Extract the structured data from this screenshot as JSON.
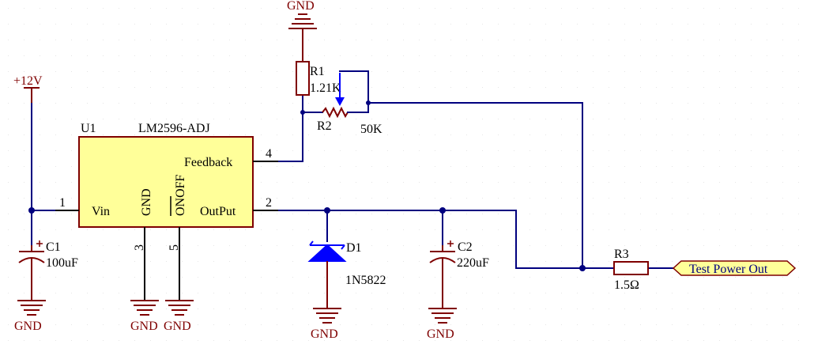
{
  "power": {
    "vcc_label": "+12V",
    "gnd_label": "GND"
  },
  "u1": {
    "designator": "U1",
    "part": "LM2596-ADJ",
    "pins": {
      "vin": "Vin",
      "gnd": "GND",
      "onoff": "ONOFF",
      "output": "OutPut",
      "feedback": "Feedback"
    },
    "pin_numbers": {
      "vin": "1",
      "output": "2",
      "gnd": "3",
      "feedback": "4",
      "onoff": "5"
    }
  },
  "components": {
    "r1": {
      "designator": "R1",
      "value": "1.21K"
    },
    "r2": {
      "designator": "R2",
      "value": "50K"
    },
    "c1": {
      "designator": "C1",
      "value": "100uF"
    },
    "c2": {
      "designator": "C2",
      "value": "220uF"
    },
    "d1": {
      "designator": "D1",
      "value": "1N5822"
    },
    "r3": {
      "designator": "R3",
      "value": "1.5Ω"
    }
  },
  "net_label": "Test Power Out",
  "colors": {
    "wire": "#00007f",
    "component": "#7f0000",
    "ic_fill": "#ffff99",
    "net_label_fill": "#ffff99",
    "diode": "#0000ff"
  }
}
